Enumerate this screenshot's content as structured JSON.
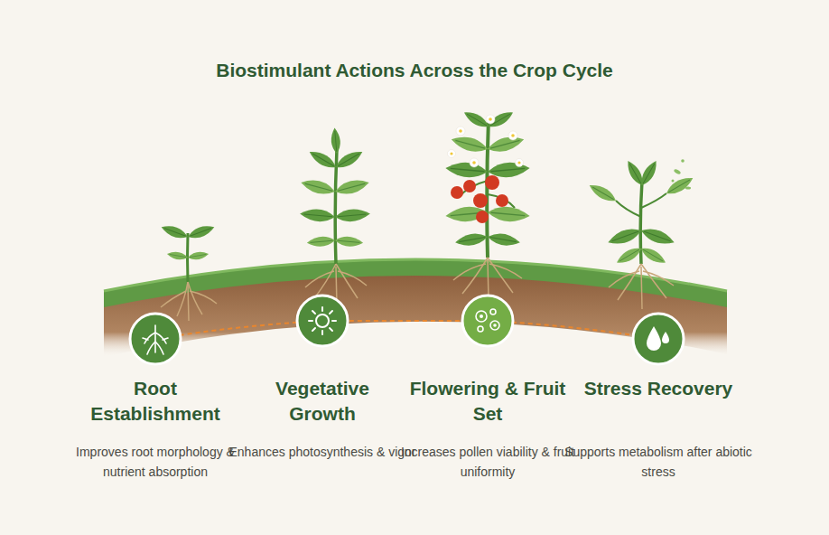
{
  "diagram": {
    "title": "Biostimulant Actions Across the Crop Cycle",
    "labels": [
      "Root Establishment",
      "Improves root morphology & nutrient absorption",
      "Vegetative Growth",
      "Enhances photosynthesis & vigor",
      "Flowering & Fruit Set",
      "Increases pollen viability & fruit uniformity",
      "Stress Recovery",
      "Supports metabolism after abiotic stress"
    ]
  }
}
